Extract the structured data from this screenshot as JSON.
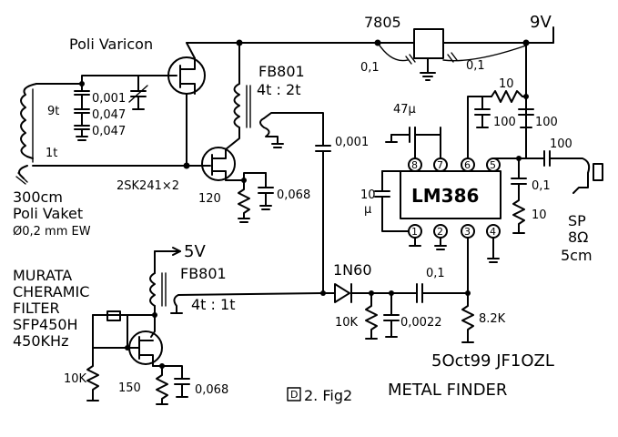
{
  "labels": {
    "poli_varicon": "Poli Varicon",
    "ic_7805": "7805",
    "supply_9v": "9V",
    "fb801_top": "FB801",
    "ratio_top": "4t : 2t",
    "cap_001": "0,001",
    "cap_047a": "0,047",
    "cap_047b": "0,047",
    "coil_9t": "9t",
    "coil_1t": "1t",
    "reg_cap_left": "0,1",
    "reg_cap_right": "0,1",
    "r10_top": "10",
    "c100_a": "100",
    "c100_b": "100",
    "c47u": "47μ",
    "c_0001_mid": "0,001",
    "transistors": "2SK241×2",
    "r120": "120",
    "c0068_top": "0,068",
    "coil_300cm": "300cm",
    "poli_vaket": "Poli Vaket",
    "wire_spec": "Ø0,2 mm EW",
    "lm386": "LM386",
    "pin8": "8",
    "pin7": "7",
    "pin6": "6",
    "pin5": "5",
    "pin1": "1",
    "pin2": "2",
    "pin3": "3",
    "pin4": "4",
    "c10u_value": "10",
    "c10u_unit": "μ",
    "c100_out": "100",
    "c01_out": "0,1",
    "r10_out": "10",
    "sp": "SP",
    "sp_ohm": "8Ω",
    "sp_size": "5cm",
    "supply_5v": "5V",
    "fb801_bottom": "FB801",
    "ratio_bottom": "4t : 1t",
    "murata_1": "MURATA",
    "murata_2": "CHERAMIC",
    "murata_3": "FILTER",
    "murata_4": "SFP450H",
    "murata_5": "450KHz",
    "diode": "1N60",
    "c01_det": "0,1",
    "r10k_det": "10K",
    "c0022": "0,0022",
    "r82k": "8.2K",
    "r10k_bottom": "10K",
    "r150": "150",
    "c0068_bottom": "0,068",
    "date_sig": "5Oct99 JF1OZL",
    "fig_label": "2. Fig2",
    "title": "METAL FINDER"
  }
}
